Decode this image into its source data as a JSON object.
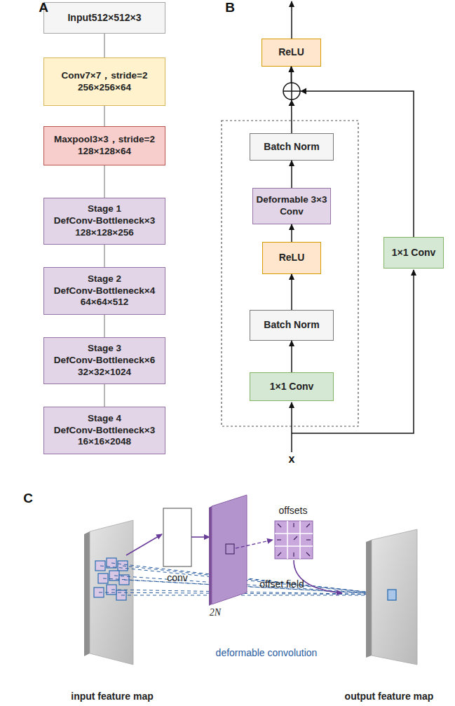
{
  "diagram": {
    "nodes": [
      {
        "text": [
          "Input512×512×3"
        ]
      },
      {
        "text": [
          "Conv7×7，stride=2",
          "256×256×64"
        ]
      },
      {
        "text": [
          "Maxpool3×3，stride=2",
          "128×128×64"
        ]
      },
      {
        "text": [
          "Stage 1",
          "DefConv-Bottleneck×3",
          "128×128×256"
        ]
      },
      {
        "text": [
          "Stage 2",
          "DefConv-Bottleneck×4",
          "64×64×512"
        ]
      },
      {
        "text": [
          "Stage 3",
          "DefConv-Bottleneck×6",
          "32×32×1024"
        ]
      },
      {
        "text": [
          "Stage 4",
          "DefConv-Bottleneck×3",
          "16×16×2048"
        ]
      },
      {
        "text": [
          "ReLU"
        ]
      },
      {
        "text": [
          "Batch Norm"
        ]
      },
      {
        "text": [
          "Deformable 3×3 Conv"
        ]
      },
      {
        "text": [
          "ReLU"
        ]
      },
      {
        "text": [
          "Batch Norm"
        ]
      },
      {
        "text": [
          "1×1 Conv"
        ]
      },
      {
        "text": [
          "1×1 Conv"
        ]
      }
    ],
    "edges": [
      {
        "from": 0,
        "to": 1,
        "arrow": "none"
      },
      {
        "from": 1,
        "to": 2,
        "arrow": "none"
      },
      {
        "from": 2,
        "to": 3,
        "arrow": "none"
      },
      {
        "from": 3,
        "to": 4,
        "arrow": "none"
      },
      {
        "from": 4,
        "to": 5,
        "arrow": "none"
      },
      {
        "from": 5,
        "to": 6,
        "arrow": "none"
      },
      {
        "from": 12,
        "to": 11,
        "arrow": "to"
      },
      {
        "from": 11,
        "to": 10,
        "arrow": "to"
      },
      {
        "from": 10,
        "to": 9,
        "arrow": "to"
      },
      {
        "from": 9,
        "to": 8,
        "arrow": "to"
      },
      {
        "from": 8,
        "to": 7,
        "arrow": "to"
      },
      {
        "from": 13,
        "to": 7,
        "arrow": "to"
      }
    ],
    "labels": [
      "A",
      "B",
      "x",
      "C",
      "conv",
      "offset field",
      "2N",
      "offsets",
      "deformable convolution",
      "input feature map",
      "output feature map"
    ]
  }
}
